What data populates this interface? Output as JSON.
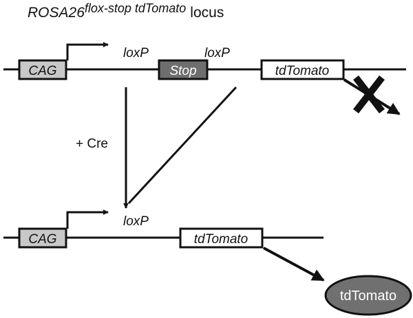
{
  "title": {
    "gene": "ROSA26",
    "superscript": "flox-stop tdTomato",
    "suffix": "locus"
  },
  "before": {
    "promoter": "CAG",
    "stop": "Stop",
    "reporter": "tdTomato",
    "loxp_left": "loxP",
    "loxp_right": "loxP"
  },
  "excision": {
    "label": "+ Cre"
  },
  "after": {
    "promoter": "CAG",
    "loxp": "loxP",
    "reporter": "tdTomato"
  },
  "protein": {
    "label": "tdTomato"
  },
  "colors": {
    "line": "#111111",
    "cag_fill": "#c8c8c8",
    "stop_fill": "#6e6e6e",
    "stop_text": "#ffffff",
    "box_fill": "#ffffff",
    "protein_fill": "#707070",
    "protein_text": "#ffffff"
  }
}
